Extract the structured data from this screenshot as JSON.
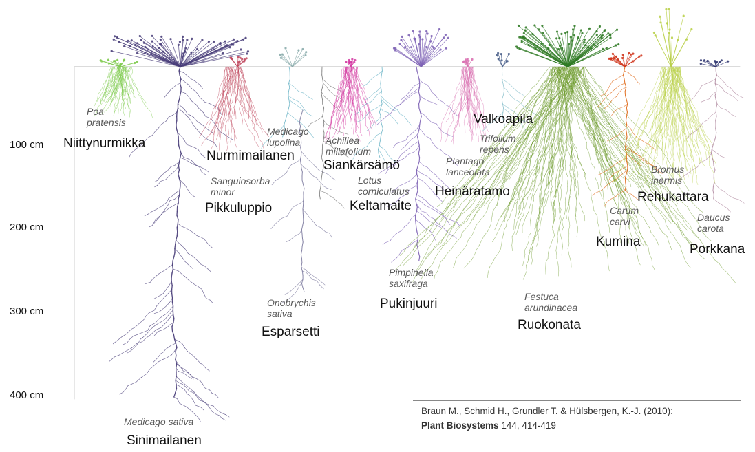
{
  "depth_axis": {
    "labels": [
      "100 cm",
      "200 cm",
      "300 cm",
      "400 cm"
    ]
  },
  "plants": [
    {
      "latin": "Poa\npratensis",
      "finnish": "Niittynurmikka",
      "color": "#7cc94a"
    },
    {
      "latin": "Medicago sativa",
      "finnish": "Sinimailanen",
      "color": "#4a3f7a"
    },
    {
      "latin": "",
      "finnish": "Nurmimailanen",
      "color": "#c0475e"
    },
    {
      "latin": "Sanguiosorba\nminor",
      "finnish": "Pikkuluppio",
      "color": "#c0475e"
    },
    {
      "latin": "Medicago\nlupolina",
      "finnish": "",
      "color": "#6fb6c8"
    },
    {
      "latin": "Onobrychis\nsativa",
      "finnish": "Esparsetti",
      "color": "#7c7a9e"
    },
    {
      "latin": "Achillea\nmillefolium",
      "finnish": "Siankärsämö",
      "color": "#d43aa2"
    },
    {
      "latin": "Lotus\ncorniculatus",
      "finnish": "Keltamaite",
      "color": "#6fb6c8"
    },
    {
      "latin": "Pimpinella\nsaxifraga",
      "finnish": "Pukinjuuri",
      "color": "#7e63b5"
    },
    {
      "latin": "Plantago\nlanceolata",
      "finnish": "Heinäratamo",
      "color": "#d96fb0"
    },
    {
      "latin": "Trifolium\nrepens",
      "finnish": "Valkoapila",
      "color": "#8ac0cc"
    },
    {
      "latin": "Festuca\narundinacea",
      "finnish": "Ruokonata",
      "color": "#6a9a2a"
    },
    {
      "latin": "Carum\ncarvi",
      "finnish": "Kumina",
      "color": "#e06a1a"
    },
    {
      "latin": "Bromus\ninermis",
      "finnish": "Rehukattara",
      "color": "#b9d048"
    },
    {
      "latin": "Daucus\ncarota",
      "finnish": "Porkkana",
      "color": "#b08aa0"
    }
  ],
  "citation": {
    "authors": "Braun M., Schmid H., Grundler T. & Hülsbergen, K.-J. (2010):",
    "journal": "Plant Biosystems",
    "volume_pages": "144, 414-419"
  }
}
